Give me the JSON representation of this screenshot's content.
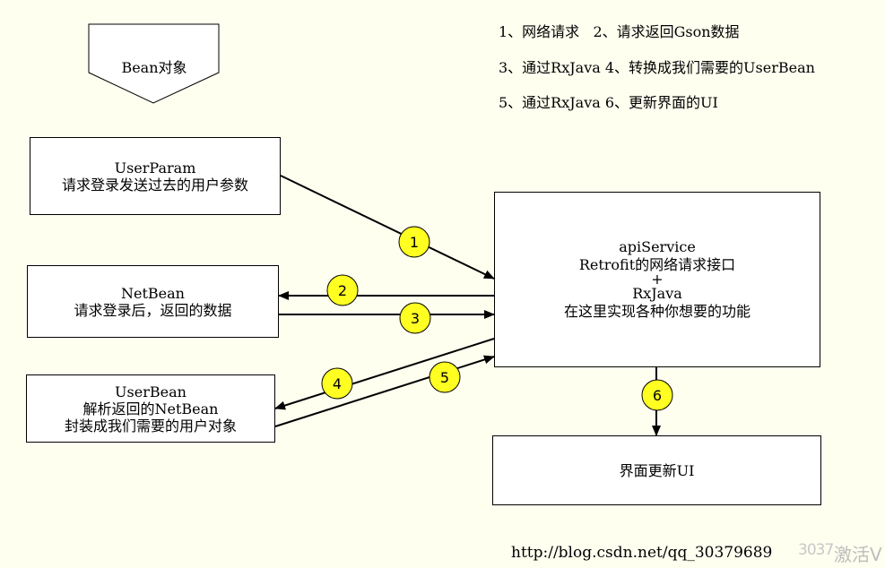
{
  "legend": {
    "line1": "1、网络请求   2、请求返回Gson数据",
    "line2": "3、通过RxJava 4、转换成我们需要的UserBean",
    "line3": "5、通过RxJava 6、更新界面的UI"
  },
  "pentagon": {
    "label": "Bean对象"
  },
  "boxes": {
    "userparam": {
      "title": "UserParam",
      "desc": "请求登录发送过去的用户参数"
    },
    "netbean": {
      "title": "NetBean",
      "desc": "请求登录后，返回的数据"
    },
    "userbean": {
      "title": "UserBean",
      "line2": "解析返回的NetBean",
      "line3": "封装成我们需要的用户对象"
    },
    "api": {
      "line1": "apiService",
      "line2": "Retrofit的网络请求接口",
      "line3": "+",
      "line4": "RxJava",
      "line5": "在这里实现各种你想要的功能"
    },
    "ui": {
      "label": "界面更新UI"
    }
  },
  "steps": [
    "1",
    "2",
    "3",
    "4",
    "5",
    "6"
  ],
  "colors": {
    "circle_fill": "#ffff22",
    "background": "#fffff0",
    "box_fill": "#ffffff"
  },
  "watermark": {
    "url": "http://blog.csdn.net/qq_30379689",
    "ghost": "3037",
    "activate": "激活V"
  }
}
